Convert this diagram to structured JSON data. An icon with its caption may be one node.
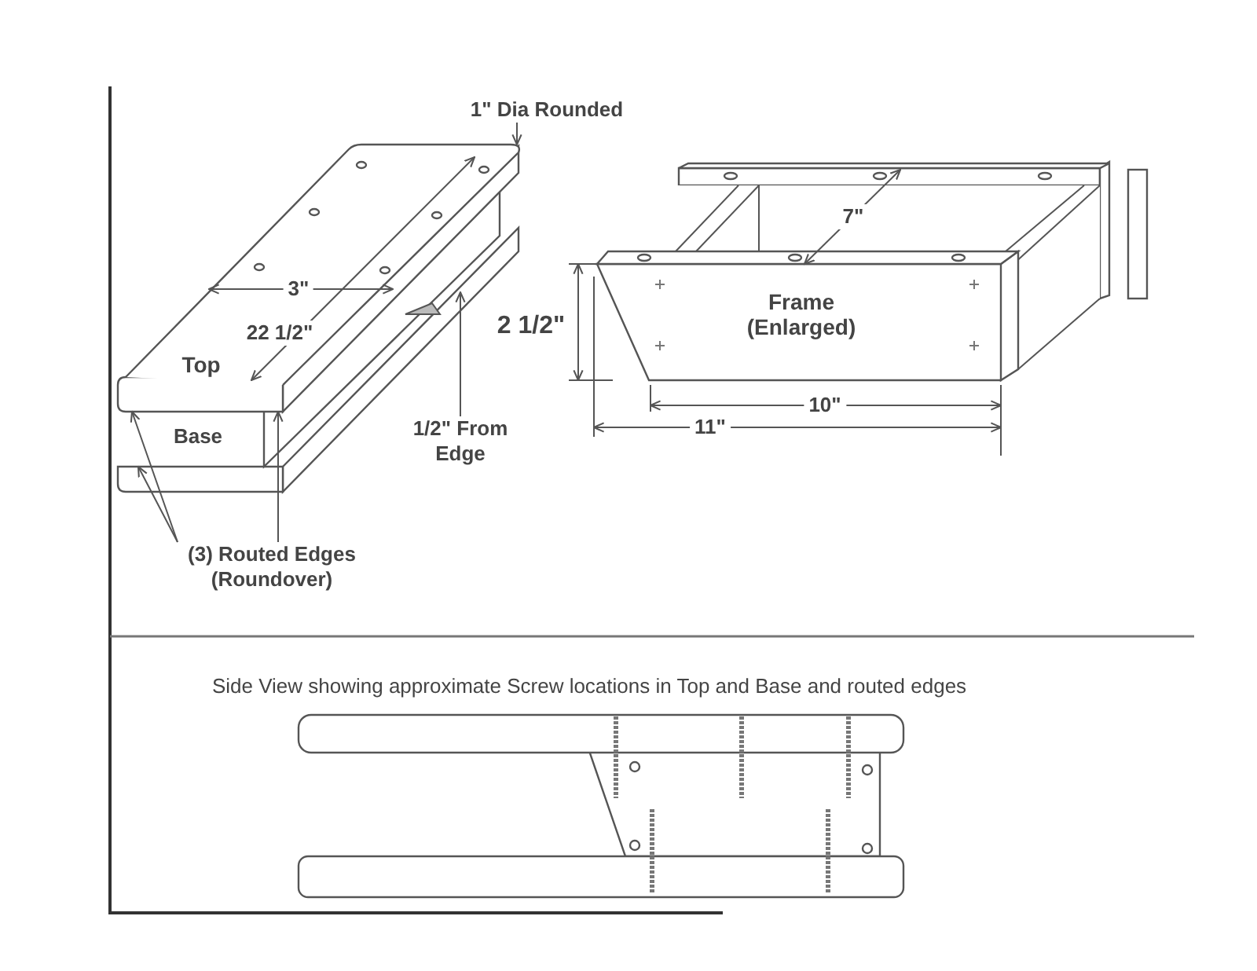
{
  "diagram": {
    "nodes": [
      {
        "text": [
          "1\" Dia Rounded"
        ]
      },
      {
        "text": [
          "1/2\" From Edge"
        ]
      },
      {
        "text": [
          "(3) Routed Edges (Roundover)"
        ]
      },
      {
        "text": [],
        "shape": "box"
      },
      {
        "text": [],
        "shape": "box"
      }
    ],
    "edges": [
      {
        "from": 0,
        "to": 3,
        "arrow": "to"
      },
      {
        "from": 1,
        "to": 4,
        "arrow": "to"
      },
      {
        "from": 2,
        "to": 3,
        "arrow": "to"
      },
      {
        "from": 2,
        "to": 4,
        "arrow": "to"
      },
      {
        "from": 2,
        "to": 3,
        "arrow": "to"
      }
    ],
    "labels": [
      "3\"",
      "22 1/2\"",
      "Top",
      "Base",
      "7\"",
      "2 1/2\"",
      "Frame (Enlarged)",
      "10\"",
      "11\"",
      "Side View showing approximate Screw locations in Top and Base and routed edges"
    ]
  }
}
